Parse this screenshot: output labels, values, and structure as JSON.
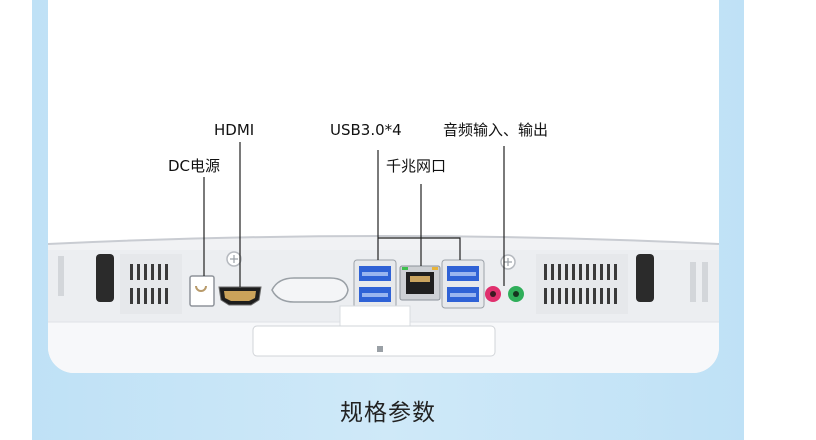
{
  "labels": {
    "hdmi": "HDMI",
    "usb": "USB3.0*4",
    "audio": "音频输入、输出",
    "dc": "DC电源",
    "lan": "千兆网口"
  },
  "footer": {
    "title": "规格参数"
  },
  "colors": {
    "background": "#cfe9f8",
    "card": "#ffffff",
    "usb_blue": "#2f62d6",
    "audio_pink": "#e0306e",
    "audio_green": "#2fae5a"
  }
}
